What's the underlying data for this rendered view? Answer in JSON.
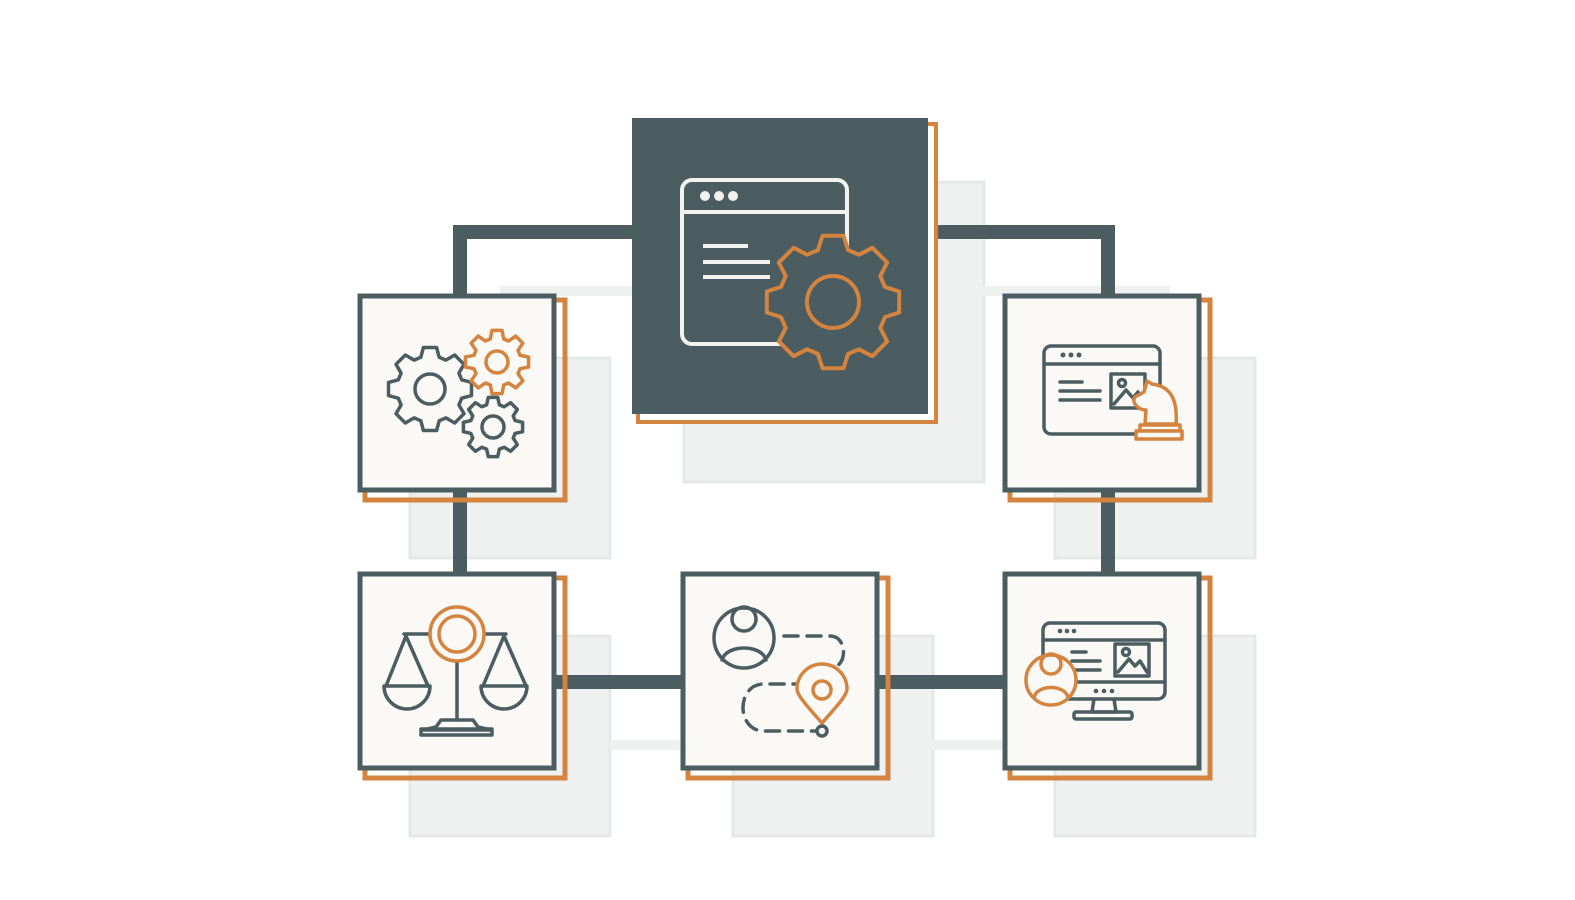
{
  "diagram": {
    "colors": {
      "dark": "#4b5d60",
      "orange": "#d4843e",
      "tile_fill": "#faf9f6",
      "shadow": "#e9eeed",
      "hub_line": "#e9ecea"
    },
    "nodes": [
      {
        "id": "hub",
        "icon": "browser-gear-icon",
        "role": "central"
      },
      {
        "id": "top-left",
        "icon": "gears-icon"
      },
      {
        "id": "top-right",
        "icon": "browser-chess-knight-icon"
      },
      {
        "id": "bottom-left",
        "icon": "balance-scale-icon"
      },
      {
        "id": "bottom-middle",
        "icon": "user-journey-map-icon"
      },
      {
        "id": "bottom-right",
        "icon": "monitor-user-icon"
      }
    ],
    "connections": [
      [
        "hub",
        "top-left"
      ],
      [
        "hub",
        "top-right"
      ],
      [
        "top-left",
        "bottom-left"
      ],
      [
        "bottom-left",
        "bottom-middle"
      ],
      [
        "bottom-middle",
        "bottom-right"
      ],
      [
        "bottom-right",
        "top-right"
      ]
    ]
  }
}
